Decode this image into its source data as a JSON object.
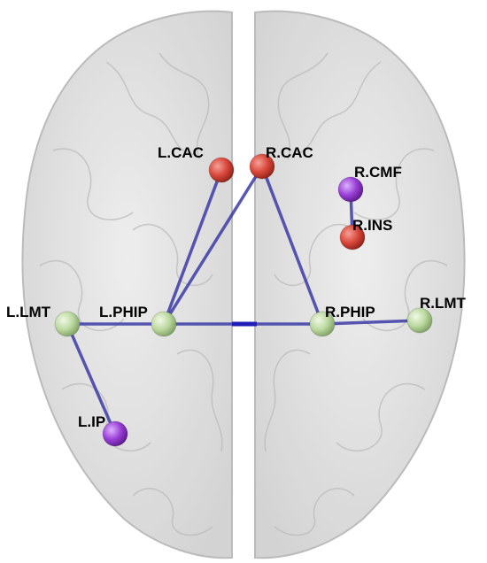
{
  "colors": {
    "brain_fill": "#d8d8d8",
    "brain_stroke": "#b4b4b4",
    "edge": "#3c3ca8",
    "edge_strong": "#1f1fb8",
    "node_red": "#d9473a",
    "node_purple": "#9a3fd6",
    "node_green": "#bcd9a0"
  },
  "nodes": [
    {
      "id": "lcac",
      "label": "L.CAC",
      "color_key": "node_red"
    },
    {
      "id": "rcac",
      "label": "R.CAC",
      "color_key": "node_red"
    },
    {
      "id": "rcmf",
      "label": "R.CMF",
      "color_key": "node_purple"
    },
    {
      "id": "rins",
      "label": "R.INS",
      "color_key": "node_red"
    },
    {
      "id": "llmt",
      "label": "L.LMT",
      "color_key": "node_green"
    },
    {
      "id": "lphip",
      "label": "L.PHIP",
      "color_key": "node_green"
    },
    {
      "id": "rphip",
      "label": "R.PHIP",
      "color_key": "node_green"
    },
    {
      "id": "rlmt",
      "label": "R.LMT",
      "color_key": "node_green"
    },
    {
      "id": "lip",
      "label": "L.IP",
      "color_key": "node_purple"
    }
  ],
  "edges": [
    {
      "from": "lcac",
      "to": "lphip"
    },
    {
      "from": "rcac",
      "to": "lphip"
    },
    {
      "from": "rcac",
      "to": "rphip"
    },
    {
      "from": "rcmf",
      "to": "rins"
    },
    {
      "from": "llmt",
      "to": "lphip"
    },
    {
      "from": "lphip",
      "to": "rphip"
    },
    {
      "from": "rphip",
      "to": "rlmt"
    },
    {
      "from": "llmt",
      "to": "lip"
    }
  ]
}
